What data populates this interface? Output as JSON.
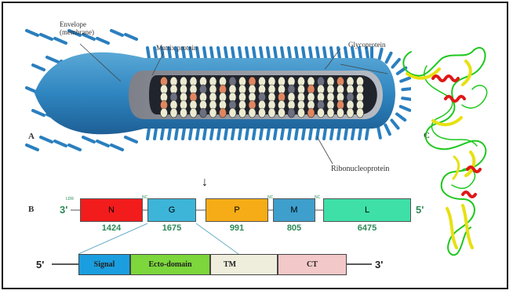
{
  "panel_a": {
    "letter": "A",
    "labels": {
      "envelope": "Envelope\n(membrane)",
      "matrix": "Matrix protein",
      "glycoprotein": "Glycoprotein",
      "rnp": "Ribonucleoprotein"
    }
  },
  "panel_b": {
    "letter": "B",
    "left_end": "3'",
    "right_end": "5'",
    "leader_tag": "LDR",
    "nc_tag": "NC",
    "genes": [
      {
        "label": "N",
        "size": "1424",
        "color": "#f21c1c"
      },
      {
        "label": "G",
        "size": "1675",
        "color": "#3cb5d8"
      },
      {
        "label": "P",
        "size": "991",
        "color": "#f5ac16"
      },
      {
        "label": "M",
        "size": "805",
        "color": "#3e9fcc"
      },
      {
        "label": "L",
        "size": "6475",
        "color": "#3ee0a8"
      }
    ],
    "g_domain": {
      "left_end": "5'",
      "right_end": "3'",
      "domains": [
        {
          "label": "Signal",
          "color": "#1b9ee0"
        },
        {
          "label": "Ecto-domain",
          "color": "#7cd63c"
        },
        {
          "label": "TM",
          "color": "#efeedd"
        },
        {
          "label": "CT",
          "color": "#f2c8c8"
        }
      ]
    }
  },
  "panel_c": {
    "letter": "C",
    "colors": {
      "helix": "#e01818",
      "strand": "#e8e010",
      "coil": "#1ec81e"
    }
  },
  "arrow_symbol": "↓"
}
